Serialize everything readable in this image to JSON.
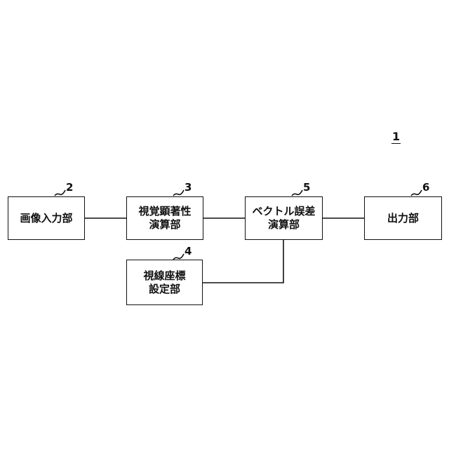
{
  "figure": {
    "number": "1"
  },
  "blocks": {
    "image_input": {
      "label": "画像入力部",
      "ref": "2"
    },
    "saliency": {
      "label": "視覚顕著性\n演算部",
      "ref": "3"
    },
    "vector_error": {
      "label": "ベクトル誤差\n演算部",
      "ref": "5"
    },
    "output": {
      "label": "出力部",
      "ref": "6"
    },
    "gaze": {
      "label": "視線座標\n設定部",
      "ref": "4"
    }
  }
}
